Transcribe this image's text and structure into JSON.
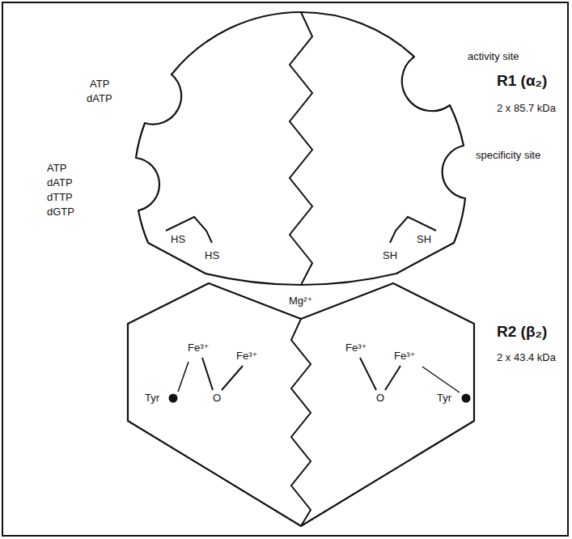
{
  "diagram": {
    "nodes": [
      {
        "text": [
          "R1 (α₂)",
          "2 x 85.7 kDa"
        ]
      },
      {
        "text": [
          "R2 (β₂)",
          "2 x 43.4 kDa"
        ]
      }
    ],
    "labels": [
      "ATP",
      "dATP",
      "activity site",
      "ATP",
      "dATP",
      "dTTP",
      "dGTP",
      "specificity site",
      "HS",
      "HS",
      "SH",
      "SH",
      "Mg²⁺",
      "Fe³⁺",
      "Fe³⁺",
      "O",
      "Tyr",
      "Fe³⁺",
      "Fe³⁺",
      "O",
      "Tyr"
    ]
  }
}
